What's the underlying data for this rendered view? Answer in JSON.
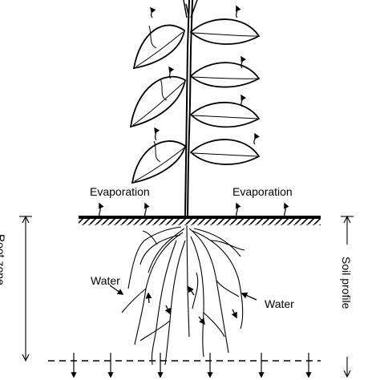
{
  "labels": {
    "evaporation_left": "Evaporation",
    "evaporation_right": "Evaporation",
    "water_left": "Water",
    "water_right": "Water",
    "root_zone": "Root zone",
    "soil_profile": "Soil profile"
  },
  "colors": {
    "ink": "#000000",
    "background": "#ffffff"
  }
}
